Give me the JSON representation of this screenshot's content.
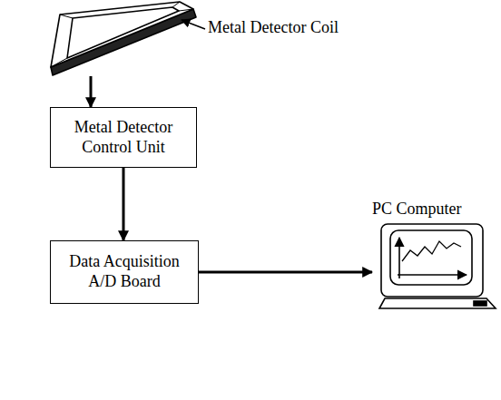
{
  "diagram": {
    "nodes": [
      {
        "text": [
          "Metal Detector Coil"
        ]
      },
      {
        "text": [
          "Metal Detector Control Unit"
        ]
      },
      {
        "text": [
          "Data Acquisition A/D Board"
        ]
      },
      {
        "text": [
          "PC Computer"
        ]
      }
    ],
    "edges": [
      {
        "from": 0,
        "to": 1,
        "arrow": "to"
      },
      {
        "from": 1,
        "to": 2,
        "arrow": "to"
      },
      {
        "from": 2,
        "to": 3,
        "arrow": "to"
      }
    ]
  }
}
